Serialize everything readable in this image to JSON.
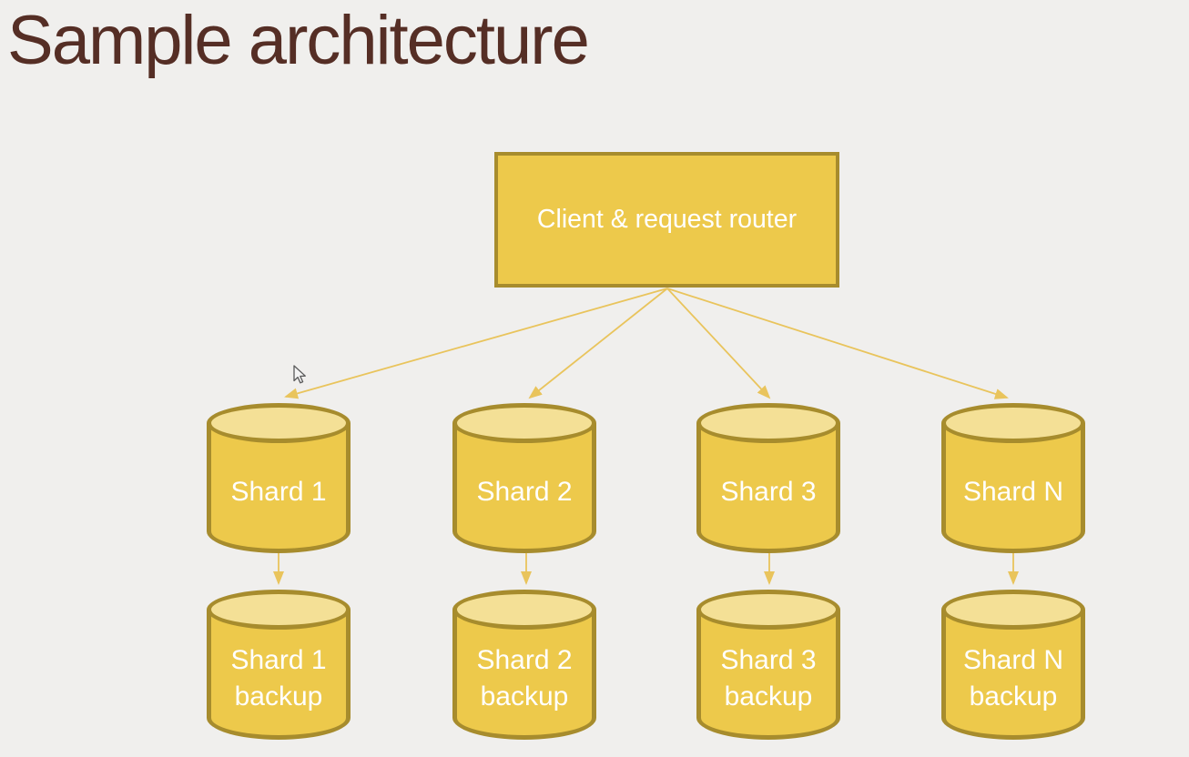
{
  "slide": {
    "title": "Sample architecture"
  },
  "router": {
    "label": "Client & request router"
  },
  "shards": [
    {
      "label": "Shard 1",
      "backup_label": "Shard 1 backup"
    },
    {
      "label": "Shard 2",
      "backup_label": "Shard 2 backup"
    },
    {
      "label": "Shard 3",
      "backup_label": "Shard 3 backup"
    },
    {
      "label": "Shard N",
      "backup_label": "Shard N backup"
    }
  ],
  "icons": {
    "cursor": "mouse-pointer"
  },
  "colors": {
    "background": "#f0efed",
    "title_text": "#552e25",
    "node_fill": "#edc94b",
    "node_top_fill": "#f4e096",
    "node_border": "#a78c2d",
    "arrow": "#e9c45c",
    "node_text": "#ffffff"
  }
}
